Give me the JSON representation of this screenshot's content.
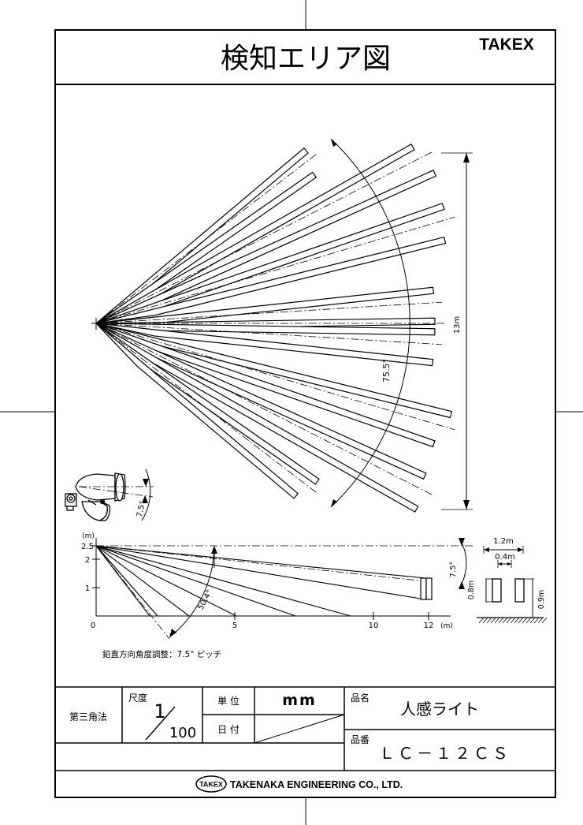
{
  "header": {
    "title": "検知エリア図",
    "brand": "TAKEX"
  },
  "top_view": {
    "angle_label": "75.5°",
    "depth_label": "13m"
  },
  "sensor": {
    "tilt_label": "7.5°"
  },
  "side_view": {
    "y_unit": "(m)",
    "y_ticks": [
      "2.5",
      "2",
      "1"
    ],
    "x_ticks": [
      "0",
      "5",
      "10",
      "12"
    ],
    "x_unit": "(m)",
    "angle_label": "50.4°",
    "tilt_label": "7.5°",
    "caption": "鉛直方向角度調整：7.5° ピッチ"
  },
  "target": {
    "width_outer": "1.2m",
    "width_inner": "0.4m",
    "height_target": "0.8m",
    "height_ground": "0.9m"
  },
  "title_block": {
    "projection": "第三角法",
    "scale_label": "尺度",
    "scale_num": "1",
    "scale_den": "100",
    "unit_label": "単 位",
    "unit_value": "mm",
    "date_label": "日 付",
    "product_name_label": "品名",
    "product_name": "人感ライト",
    "product_no_label": "品番",
    "product_no": "ＬＣ－１２ＣＳ",
    "company_logo": "TAKEX",
    "company": "TAKENAKA ENGINEERING CO., LTD."
  }
}
